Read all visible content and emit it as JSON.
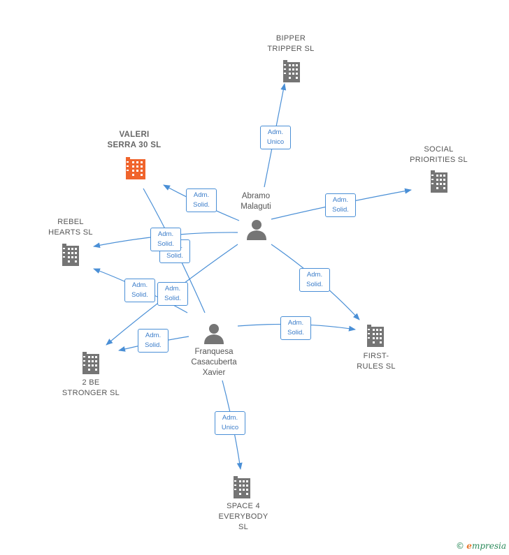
{
  "companies": {
    "bipper": "BIPPER\nTRIPPER  SL",
    "valeri": "VALERI\nSERRA 30  SL",
    "social": "SOCIAL\nPRIORITIES  SL",
    "rebel": "REBEL\nHEARTS  SL",
    "first": "FIRST-\nRULES  SL",
    "stronger": "2 BE\nSTRONGER  SL",
    "space": "SPACE 4\nEVERYBODY\nSL"
  },
  "persons": {
    "abramo": "Abramo\nMalaguti",
    "franquesa": "Franquesa\nCasacuberta\nXavier"
  },
  "edges": {
    "e1": "Adm.\nUnico",
    "e2": "Adm.\nSolid.",
    "e3": "Adm.\nSolid.",
    "e4": "Adm.\nSolid.",
    "e5": "Adm.\nSolid.",
    "e6": "Adm.\nSolid.",
    "e7": "Adm.\nSolid.",
    "e8": "Adm.\nSolid.",
    "e9": "Adm.\nSolid.",
    "e10": "Adm.\nSolid.",
    "e11": "Adm.\nUnico"
  },
  "colors": {
    "edge": "#4a8fd6",
    "building": "#757575",
    "focus_building": "#f0642c",
    "person": "#757575"
  },
  "footer": {
    "copyright": "©",
    "brand_e": "e",
    "brand_rest": "mpresia"
  }
}
